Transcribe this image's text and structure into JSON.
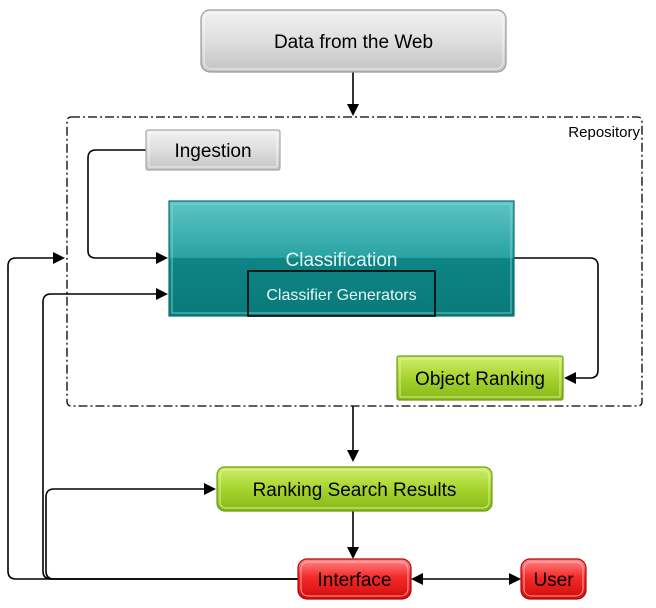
{
  "nodes": {
    "web": {
      "label": "Data from the Web"
    },
    "repository": {
      "label": "Repository"
    },
    "ingestion": {
      "label": "Ingestion"
    },
    "classification": {
      "label": "Classification"
    },
    "classifier_generators": {
      "label": "Classifier Generators"
    },
    "object_ranking": {
      "label": "Object Ranking"
    },
    "ranking_search": {
      "label": "Ranking Search Results"
    },
    "interface": {
      "label": "Interface"
    },
    "user": {
      "label": "User"
    }
  },
  "colors": {
    "gray_node": "#d4d4d4",
    "teal_node": "#1a9898",
    "green_node": "#9ccc2a",
    "red_node": "#e8191b",
    "line": "#000000"
  }
}
